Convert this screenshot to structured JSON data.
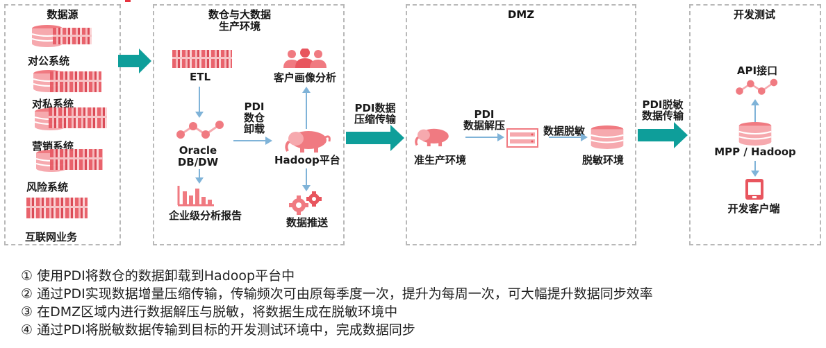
{
  "panels": {
    "source": {
      "title": "数据源",
      "items": [
        "对公系统",
        "对私系统",
        "营销系统",
        "风险系统",
        "互联网业务"
      ]
    },
    "warehouse": {
      "title_line1": "数仓与大数据",
      "title_line2": "生产环境",
      "etl": "ETL",
      "oracle_line1": "Oracle",
      "oracle_line2": "DB/DW",
      "report": "企业级分析报告",
      "pdi_unload_1": "PDI",
      "pdi_unload_2": "数仓",
      "pdi_unload_3": "卸载",
      "customer": "客户画像分析",
      "hadoop": "Hadoop平台",
      "push": "数据推送"
    },
    "dmz": {
      "title": "DMZ",
      "pre_prod": "准生产环境",
      "pdi_decomp_1": "PDI",
      "pdi_decomp_2": "数据解压",
      "desens": "数据脱敏",
      "desens_env": "脱敏环境"
    },
    "dev": {
      "title": "开发测试",
      "api": "API接口",
      "mpp": "MPP / Hadoop",
      "client": "开发客户端"
    }
  },
  "arrows": {
    "compress_line1": "PDI数据",
    "compress_line2": "压缩传输",
    "desens_line1": "PDI脱敏",
    "desens_line2": "数据传输"
  },
  "notes": [
    "① 使用PDI将数仓的数据卸载到Hadoop平台中",
    "② 通过PDI实现数据增量压缩传输，传输频次可由原每季度一次，提升为每周一次，可大幅提升数据同步效率",
    "③ 在DMZ区域内进行数据解压与脱敏，将数据生成在脱敏环境中",
    "④ 通过PDI将脱敏数据传输到目标的开发测试环境中，完成数据同步"
  ],
  "colors": {
    "accent": "#e8555e",
    "arrow_teal": "#0e9e9a",
    "arrow_blue": "#7fb3d8",
    "dashed": "#b8b8b8"
  }
}
